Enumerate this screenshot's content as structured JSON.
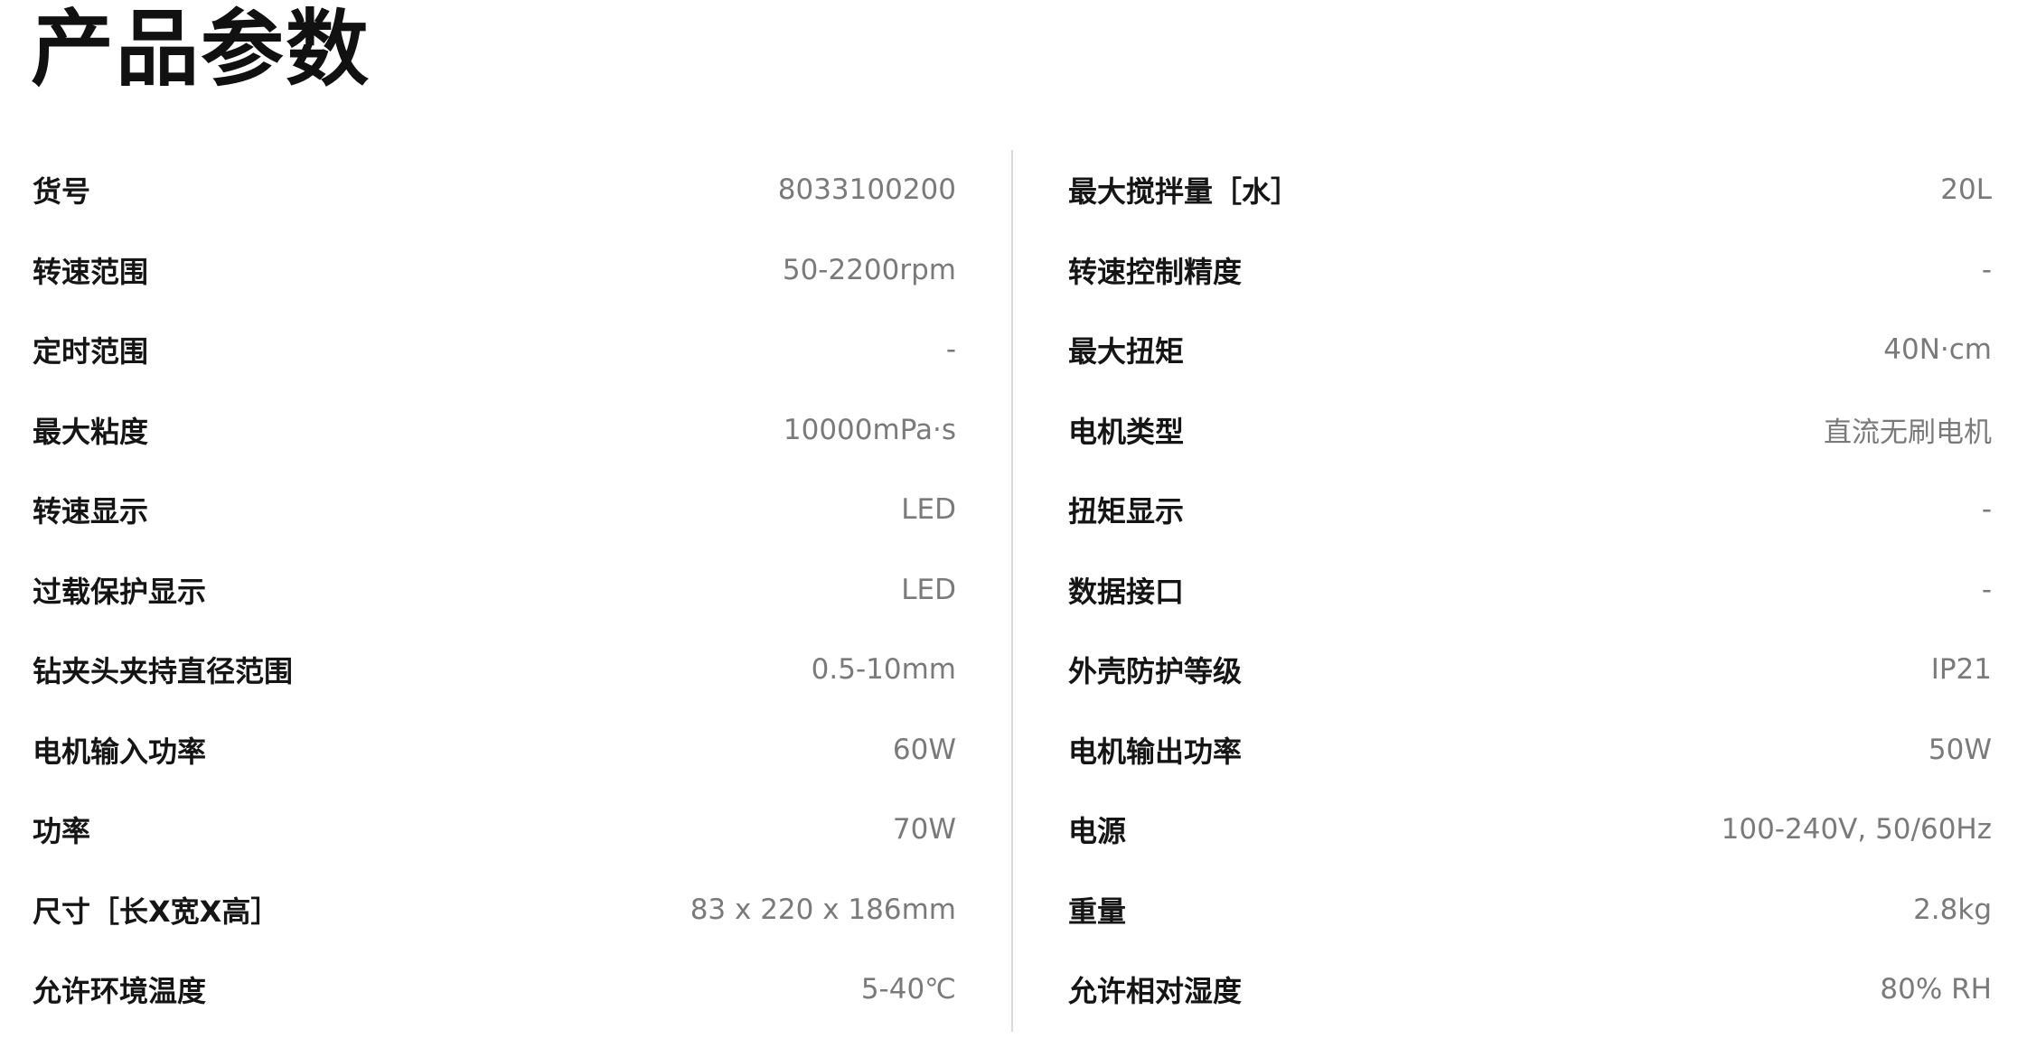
{
  "title": "产品参数",
  "left_specs": [
    {
      "label": "货号",
      "value": "8033100200"
    },
    {
      "label": "转速范围",
      "value": "50-2200rpm"
    },
    {
      "label": "定时范围",
      "value": "-"
    },
    {
      "label": "最大粘度",
      "value": "10000mPa·s"
    },
    {
      "label": "转速显示",
      "value": "LED"
    },
    {
      "label": "过载保护显示",
      "value": "LED"
    },
    {
      "label": "钻夹头夹持直径范围",
      "value": "0.5-10mm"
    },
    {
      "label": "电机输入功率",
      "value": "60W"
    },
    {
      "label": "功率",
      "value": "70W"
    },
    {
      "label": "尺寸［长X宽X高］",
      "value": "83 x 220 x 186mm"
    },
    {
      "label": "允许环境温度",
      "value": "5-40℃"
    }
  ],
  "right_specs": [
    {
      "label": "最大搅拌量［水］",
      "value": "20L"
    },
    {
      "label": "转速控制精度",
      "value": "-"
    },
    {
      "label": "最大扭矩",
      "value": "40N·cm"
    },
    {
      "label": "电机类型",
      "value": "直流无刷电机"
    },
    {
      "label": "扭矩显示",
      "value": "-"
    },
    {
      "label": "数据接口",
      "value": "-"
    },
    {
      "label": "外壳防护等级",
      "value": "IP21"
    },
    {
      "label": "电机输出功率",
      "value": "50W"
    },
    {
      "label": "电源",
      "value": "100-240V, 50/60Hz"
    },
    {
      "label": "重量",
      "value": "2.8kg"
    },
    {
      "label": "允许相对湿度",
      "value": "80% RH"
    }
  ]
}
